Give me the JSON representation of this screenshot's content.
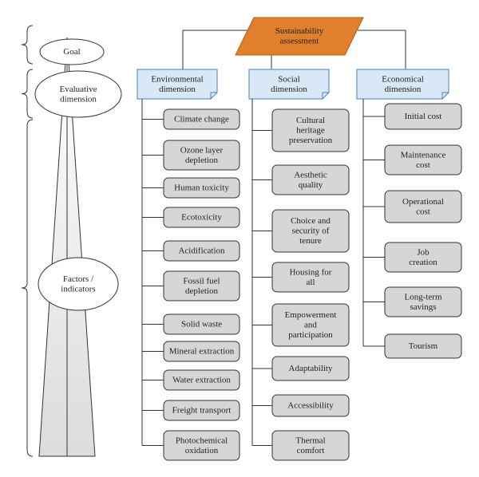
{
  "top": {
    "label": [
      "Sustainability",
      "assessment"
    ],
    "color": "#e07f2c"
  },
  "side_levels": {
    "goal": [
      "Goal"
    ],
    "evaluative": [
      "Evaluative",
      "dimension"
    ],
    "factors": [
      "Factors /",
      "indicators"
    ]
  },
  "columns": [
    {
      "title": [
        "Environmental",
        "dimension"
      ],
      "items": [
        [
          "Climate change"
        ],
        [
          "Ozone layer",
          "depletion"
        ],
        [
          "Human toxicity"
        ],
        [
          "Ecotoxicity"
        ],
        [
          "Acidification"
        ],
        [
          "Fossil fuel",
          "depletion"
        ],
        [
          "Solid waste"
        ],
        [
          "Mineral extraction"
        ],
        [
          "Water extraction"
        ],
        [
          "Freight transport"
        ],
        [
          "Photochemical",
          "oxidation"
        ]
      ]
    },
    {
      "title": [
        "Social",
        "dimension"
      ],
      "items": [
        [
          "Cultural",
          "heritage",
          "preservation"
        ],
        [
          "Aesthetic",
          "quality"
        ],
        [
          "Choice and",
          "security of",
          "tenure"
        ],
        [
          "Housing for",
          "all"
        ],
        [
          "Empowerment",
          "and",
          "participation"
        ],
        [
          "Adaptability"
        ],
        [
          "Accessibility"
        ],
        [
          "Thermal",
          "comfort"
        ]
      ]
    },
    {
      "title": [
        "Economical",
        "dimension"
      ],
      "items": [
        [
          "Initial cost"
        ],
        [
          "Maintenance",
          "cost"
        ],
        [
          "Operational",
          "cost"
        ],
        [
          "Job",
          "creation"
        ],
        [
          "Long-term",
          "savings"
        ],
        [
          "Tourism"
        ]
      ]
    }
  ],
  "colors": {
    "header_fill": "#d9e8f6",
    "header_stroke": "#4a7fb5",
    "item_fill": "#d6d6d6",
    "triangle_fill": "#e6e6e6"
  }
}
